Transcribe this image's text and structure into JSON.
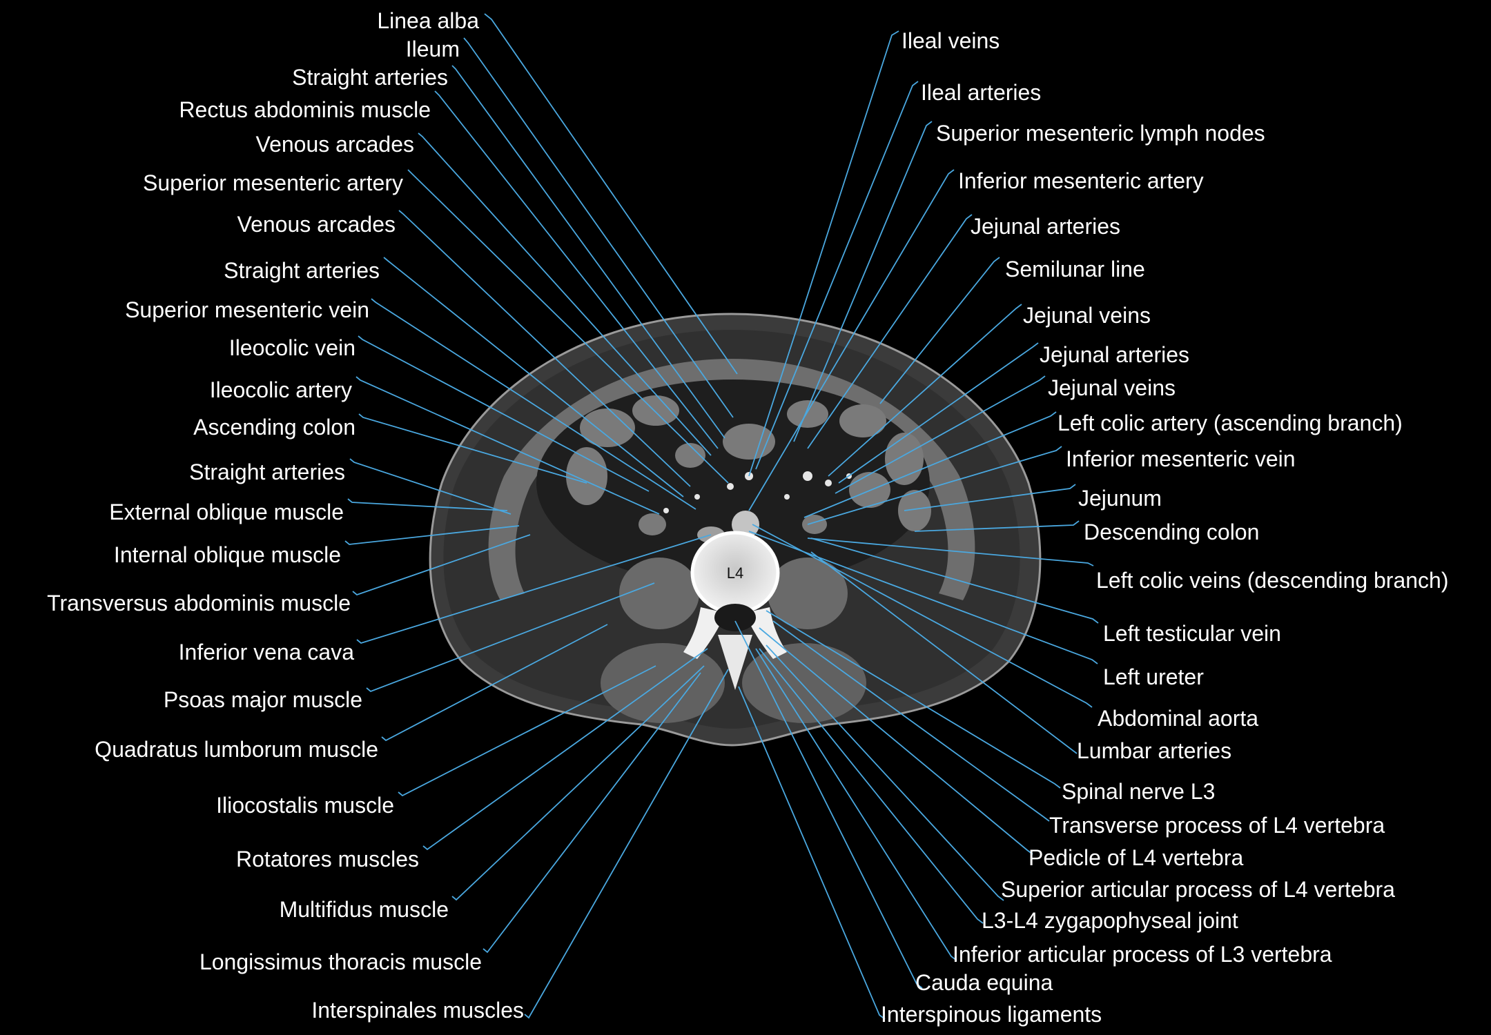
{
  "colors": {
    "background": "#000000",
    "label_text": "#ffffff",
    "leader_line": "#4aa8e0"
  },
  "vertebra_label": "L4",
  "labels_left": [
    "Linea alba",
    "Ileum",
    "Straight arteries",
    "Rectus abdominis muscle",
    "Venous arcades",
    "Superior mesenteric artery",
    "Venous arcades",
    "Straight arteries",
    "Superior mesenteric vein",
    "Ileocolic vein",
    "Ileocolic  artery",
    "Ascending colon",
    "Straight arteries",
    "External oblique muscle",
    "Internal oblique muscle",
    "Transversus abdominis muscle",
    "Inferior vena cava",
    "Psoas major muscle",
    "Quadratus lumborum muscle",
    "Iliocostalis muscle",
    "Rotatores muscles",
    "Multifidus muscle",
    "Longissimus thoracis muscle",
    "Interspinales muscles"
  ],
  "labels_right": [
    "Ileal veins",
    "Ileal arteries",
    "Superior mesenteric lymph nodes",
    "Inferior mesenteric artery",
    "Jejunal arteries",
    "Semilunar line",
    "Jejunal veins",
    "Jejunal arteries",
    "Jejunal veins",
    "Left colic  artery (ascending  branch)",
    "Inferior mesenteric vein",
    "Jejunum",
    "Descending colon",
    "Left colic  veins (descending branch)",
    "Left testicular vein",
    "Left ureter",
    "Abdominal aorta",
    "Lumbar arteries",
    "Spinal nerve L3",
    "Transverse process of L4 vertebra",
    "Pedicle of L4 vertebra",
    "Superior articular process of L4 vertebra",
    "L3-L4 zygapophyseal joint",
    "Inferior articular process of L3 vertebra",
    "Cauda equina",
    "Interspinous ligaments"
  ]
}
